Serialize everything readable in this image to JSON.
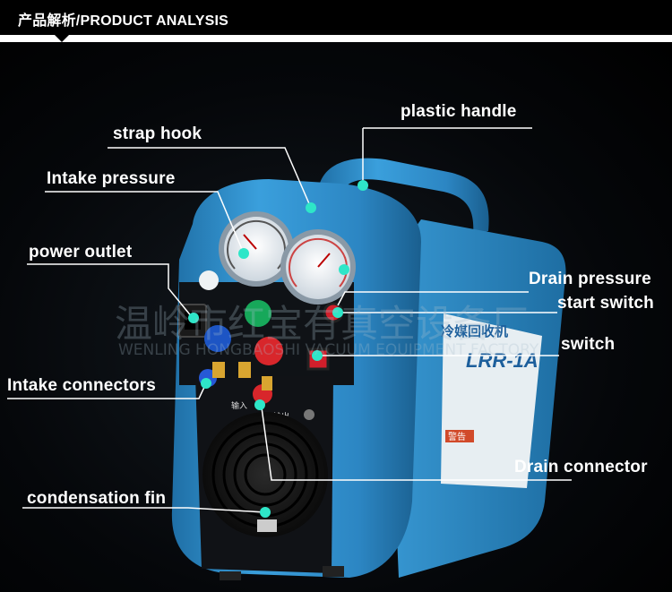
{
  "header": {
    "title": "产品解析/PRODUCT ANALYSIS"
  },
  "labels": {
    "plastic_handle": "plastic handle",
    "strap_hook": "strap hook",
    "intake_pressure": "Intake pressure",
    "power_outlet": "power outlet",
    "drain_pressure": "Drain pressure",
    "start_switch": "start switch",
    "switch": "switch",
    "intake_connectors": "Intake connectors",
    "drain_connector": "Drain connector",
    "condensation_fin": "condensation fin"
  },
  "watermark": {
    "cn": "温岭市红宝有真空设备厂",
    "en": "WENLING HONGBAOSHI VACUUM EQUIPMENT FACTORY"
  },
  "device": {
    "model": "LRR-1A",
    "name": "冷媒回收机",
    "input_label": "输入",
    "output_label": "输出",
    "warning": "警告"
  },
  "colors": {
    "marker": "#2ee6c8",
    "leader": "#ffffff",
    "body_blue": "#2f8fc9",
    "header_bg": "#000000"
  }
}
